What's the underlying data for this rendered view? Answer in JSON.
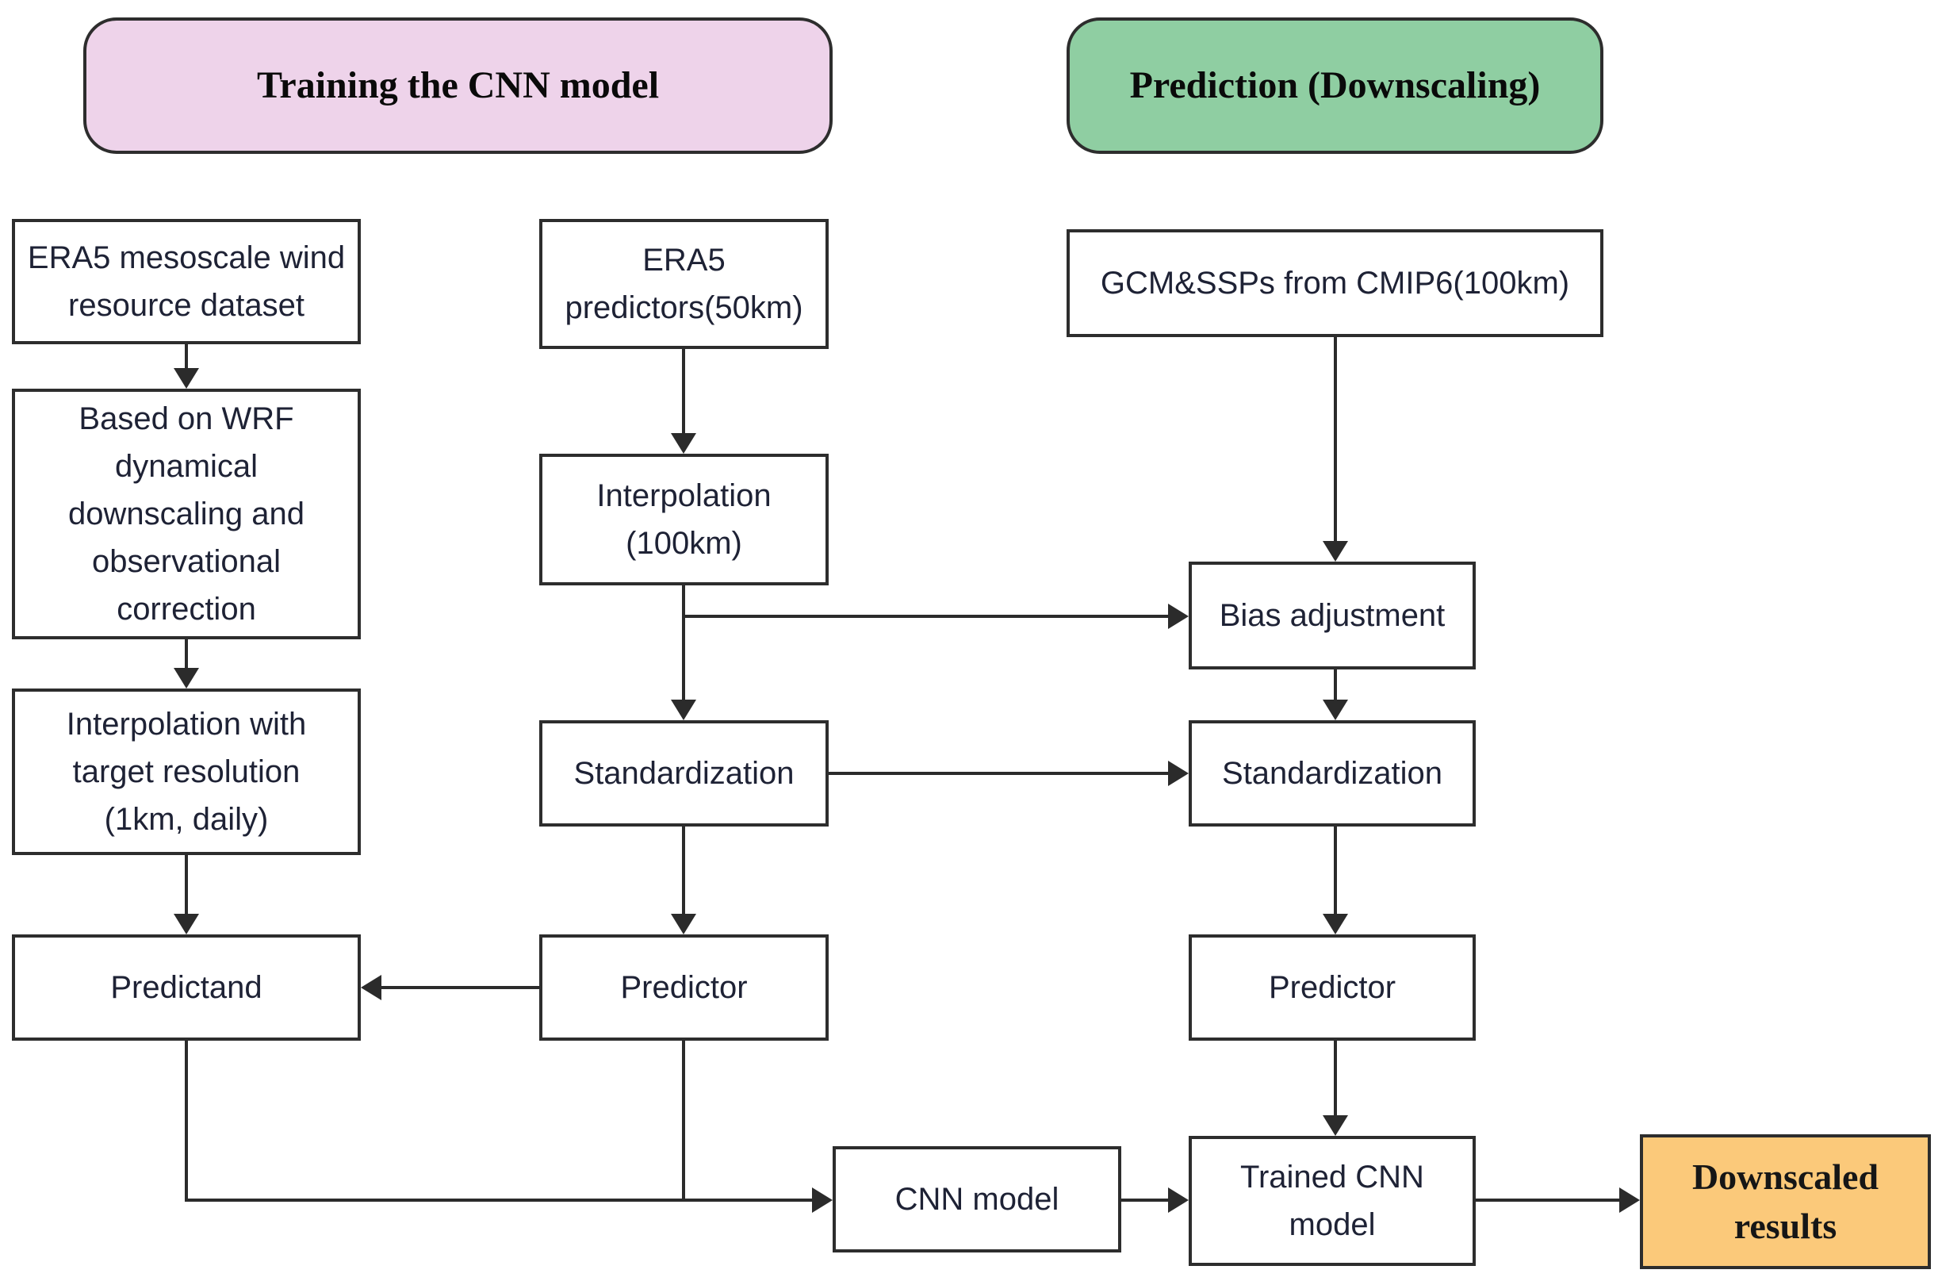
{
  "colors": {
    "training_banner_pink": "#eed3ea",
    "prediction_banner_green": "#8fcea2",
    "result_orange": "#fbc97a",
    "connector_line": "#2b2b2b",
    "box_border": "#2d2d2d",
    "box_text": "#1e2235"
  },
  "banners": {
    "training": "Training the CNN model",
    "prediction": "Prediction (Downscaling)"
  },
  "nodes": {
    "era5_mesoscale": "ERA5 mesoscale wind\nresource dataset",
    "wrf": "Based on WRF\ndynamical\ndownscaling and\nobservational\ncorrection",
    "interp_target": "Interpolation with\ntarget resolution\n(1km, daily)",
    "predictand": "Predictand",
    "era5_predictors": "ERA5\npredictors(50km)",
    "interp_100": "Interpolation\n(100km)",
    "standardization_mid": "Standardization",
    "predictor_mid": "Predictor",
    "gcm": "GCM&SSPs from CMIP6(100km)",
    "bias": "Bias adjustment",
    "standardization_right": "Standardization",
    "predictor_right": "Predictor",
    "cnn": "CNN model",
    "trained_cnn": "Trained CNN\nmodel",
    "downscaled": "Downscaled\nresults"
  }
}
